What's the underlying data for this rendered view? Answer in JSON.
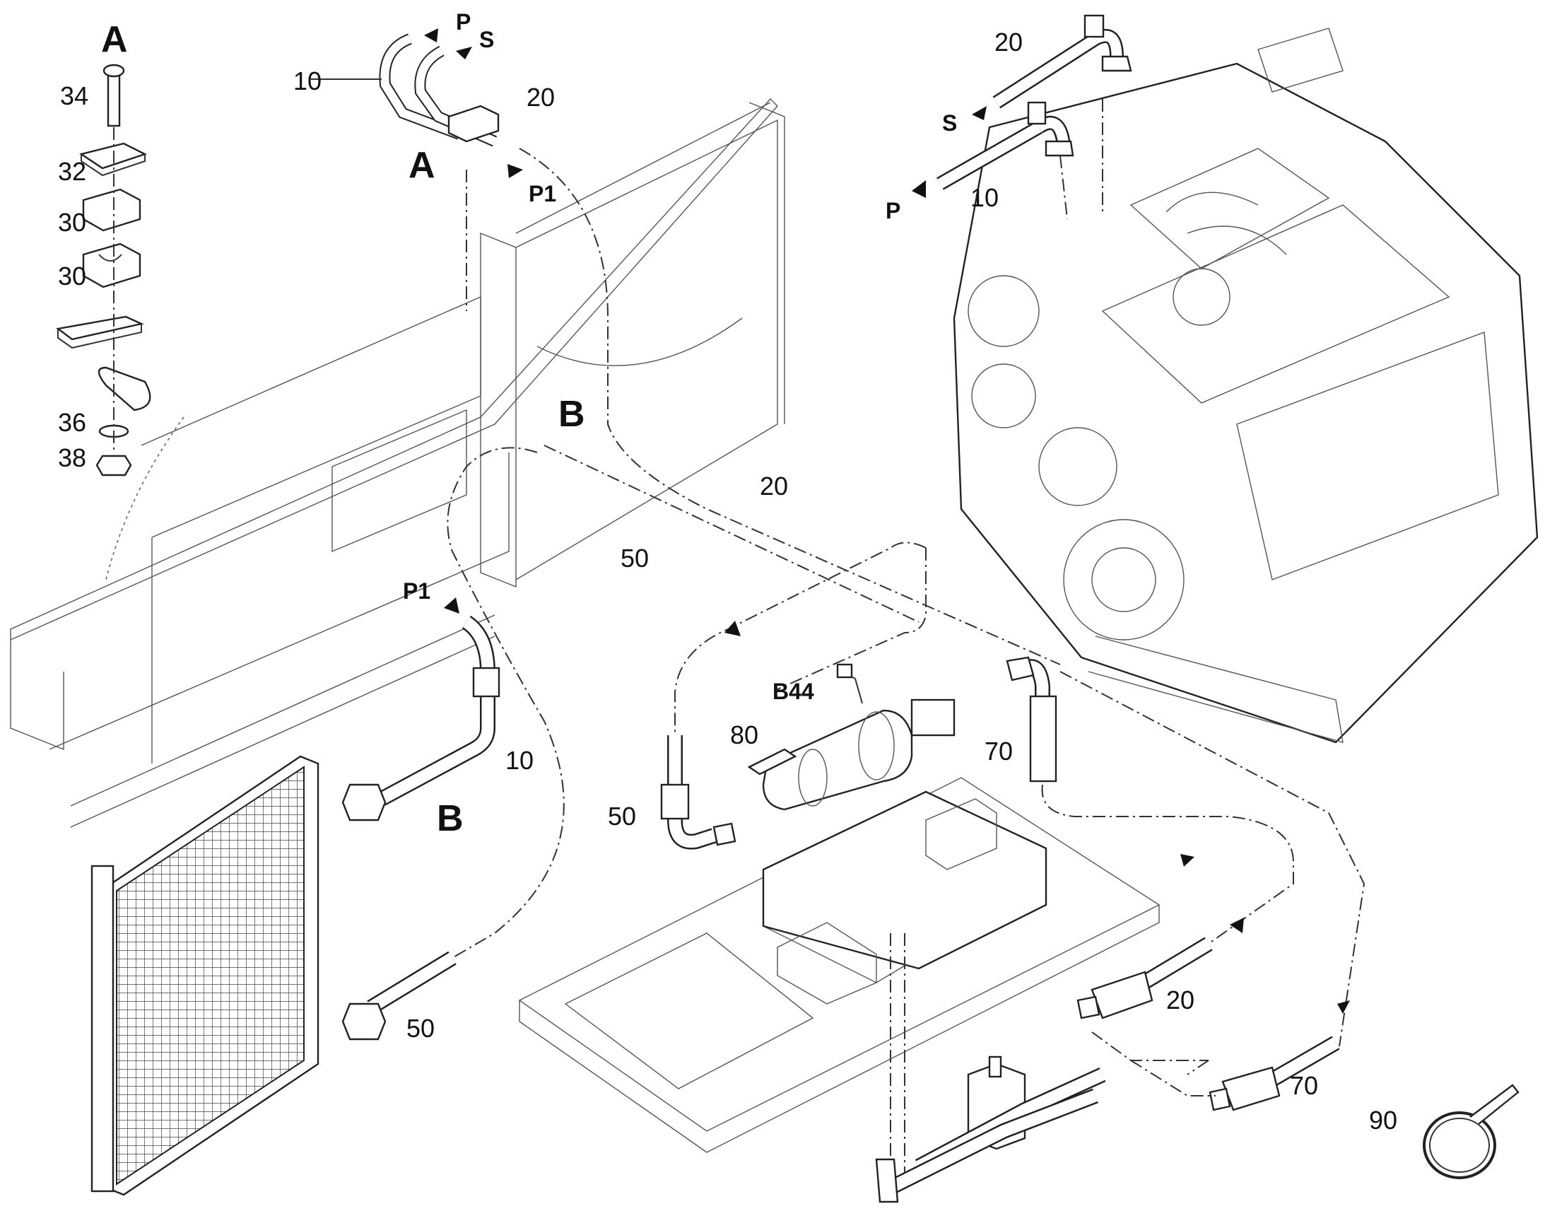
{
  "views": {
    "detail_a_title": "A",
    "callout_a": "A",
    "callout_b_upper": "B",
    "callout_b_lower": "B"
  },
  "part_numbers": {
    "p34": "34",
    "p32": "32",
    "p30a": "30",
    "p30b": "30",
    "p36": "36",
    "p38": "38",
    "p10_top": "10",
    "p20_top": "20",
    "p20_engine": "20",
    "p10_engine": "10",
    "p20_mid": "20",
    "p50_mid": "50",
    "p10_lower": "10",
    "p50_left": "50",
    "p50_bottom": "50",
    "p80": "80",
    "p70_mid": "70",
    "p20_bottom": "20",
    "p70_bottom": "70",
    "p90": "90"
  },
  "ports": {
    "p_top": "P",
    "s_top": "S",
    "p1_top": "P1",
    "s_engine": "S",
    "p_engine": "P",
    "p1_lower": "P1"
  },
  "components": {
    "b44": "B44"
  },
  "icons": {
    "flow_arrow": "flow-arrow-icon",
    "condenser": "condenser-icon",
    "engine": "engine-icon"
  }
}
